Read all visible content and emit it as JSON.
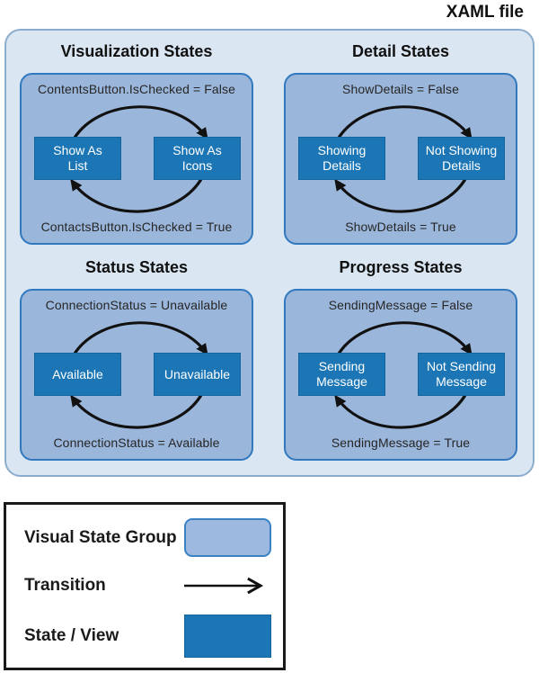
{
  "title": "XAML file",
  "colors": {
    "outer_fill": "#dbe6f3",
    "outer_border": "#8caccd",
    "group_fill": "#9bb6db",
    "group_border": "#3179bf",
    "state_fill": "#1c76b5",
    "arrow": "#111111"
  },
  "groups": [
    {
      "title": "Visualization States",
      "top_condition": "ContentsButton.IsChecked = False",
      "bottom_condition": "ContactsButton.IsChecked = True",
      "states": [
        "Show As\nList",
        "Show As\nIcons"
      ]
    },
    {
      "title": "Detail States",
      "top_condition": "ShowDetails = False",
      "bottom_condition": "ShowDetails = True",
      "states": [
        "Showing\nDetails",
        "Not Showing\nDetails"
      ]
    },
    {
      "title": "Status States",
      "top_condition": "ConnectionStatus = Unavailable",
      "bottom_condition": "ConnectionStatus = Available",
      "states": [
        "Available",
        "Unavailable"
      ]
    },
    {
      "title": "Progress States",
      "top_condition": "SendingMessage = False",
      "bottom_condition": "SendingMessage = True",
      "states": [
        "Sending\nMessage",
        "Not Sending\nMessage"
      ]
    }
  ],
  "legend": {
    "items": [
      {
        "label": "Visual State Group",
        "swatch": "visual-state-group"
      },
      {
        "label": "Transition",
        "swatch": "transition-arrow"
      },
      {
        "label": "State / View",
        "swatch": "state-view"
      }
    ]
  }
}
